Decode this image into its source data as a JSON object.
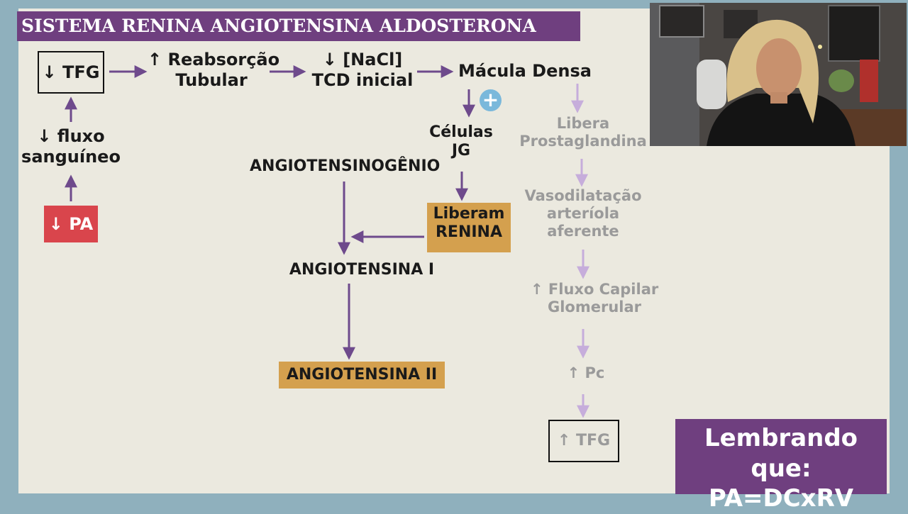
{
  "title": "SISTEMA RENINA ANGIOTENSINA ALDOSTERONA",
  "nodes": {
    "tfg_box": "↓ TFG",
    "reabsorcao": [
      "↑ Reabsorção",
      "Tubular"
    ],
    "nacl": [
      "↓ [NaCl]",
      "TCD inicial"
    ],
    "macula": "Mácula Densa",
    "fluxo": [
      "↓ fluxo",
      "sanguíneo"
    ],
    "pa_box": "↓ PA",
    "celulas": [
      "Células",
      "JG"
    ],
    "angiotensinogenio": "ANGIOTENSINOGÊNIO",
    "liberam": [
      "Liberam",
      "RENINA"
    ],
    "ang1": "ANGIOTENSINA I",
    "ang2": "ANGIOTENSINA II",
    "libera_pg": [
      "Libera",
      "Prostaglandina"
    ],
    "vasodilatacao": [
      "Vasodilatação",
      "arteríola",
      "aferente"
    ],
    "fluxo_capilar": [
      "↑ Fluxo Capilar",
      "Glomerular"
    ],
    "pc": "↑ Pc",
    "tfg_up": "↑ TFG",
    "plus": "+"
  },
  "note": [
    "Lembrando que:",
    "PA=DCxRV"
  ],
  "colors": {
    "purple": "#6f3f7f",
    "arrow_purple": "#6e4a8c",
    "arrow_light": "#c6addb",
    "gold": "#d4a04e",
    "red": "#d9454c",
    "plus_blue": "#7ab8db"
  }
}
